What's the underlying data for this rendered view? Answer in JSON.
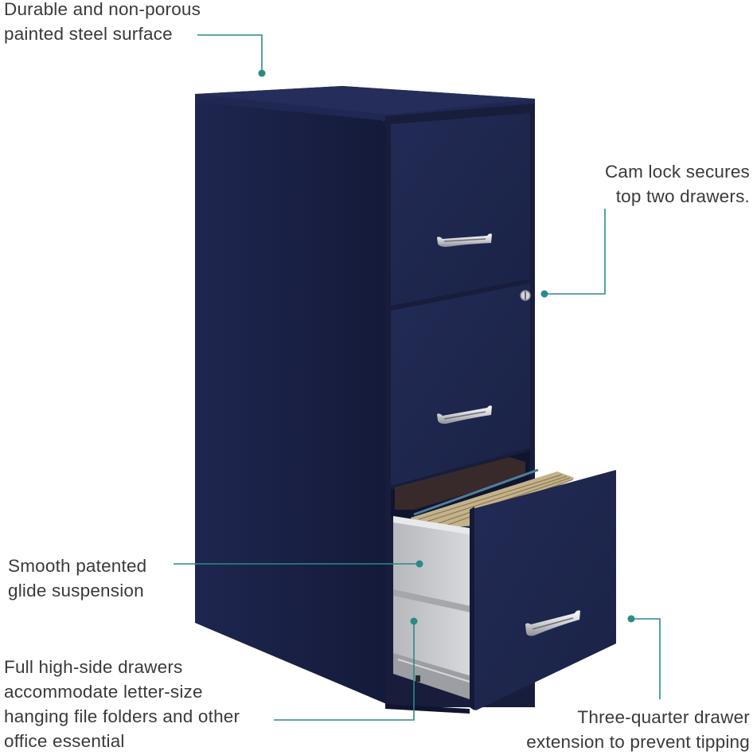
{
  "colors": {
    "cabinet_front": "#1d2549",
    "cabinet_side": "#181f3f",
    "callout_line": "#2b8a87",
    "drawer_interior": "#c9c9cc",
    "handle": "#e6e6e8"
  },
  "callouts": {
    "surface": {
      "line1": "Durable and non-porous",
      "line2": "painted steel surface"
    },
    "camlock": {
      "line1": "Cam lock secures",
      "line2": "top two drawers."
    },
    "glide": {
      "line1": "Smooth patented",
      "line2": "glide suspension"
    },
    "drawers": {
      "line1": "Full high-side drawers",
      "line2": "accommodate letter-size",
      "line3": "hanging file folders and other",
      "line4": "office essential"
    },
    "extension": {
      "line1": "Three-quarter drawer",
      "line2": "extension to prevent tipping"
    }
  }
}
